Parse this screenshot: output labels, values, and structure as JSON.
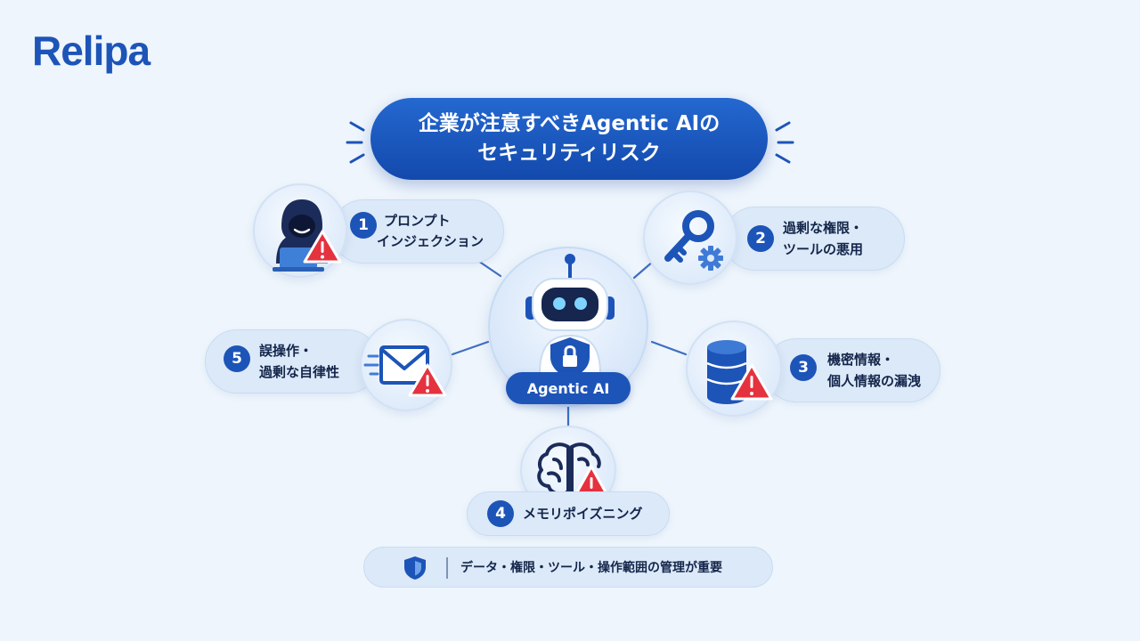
{
  "brand": {
    "logo_text": "Relipa"
  },
  "title": {
    "line1": "企業が注意すべきAgentic AIの",
    "line2": "セキュリティリスク"
  },
  "center": {
    "label": "Agentic AI"
  },
  "risks": [
    {
      "number": "1",
      "line1": "プロンプト",
      "line2": "インジェクション",
      "icon": "hacker-icon"
    },
    {
      "number": "2",
      "line1": "過剰な権限・",
      "line2": "ツールの悪用",
      "icon": "key-gear-icon"
    },
    {
      "number": "3",
      "line1": "機密情報・",
      "line2": "個人情報の漏洩",
      "icon": "database-icon"
    },
    {
      "number": "4",
      "line1": "メモリポイズニング",
      "line2": "",
      "icon": "brain-icon"
    },
    {
      "number": "5",
      "line1": "誤操作・",
      "line2": "過剰な自律性",
      "icon": "mail-icon"
    }
  ],
  "footer": {
    "text": "データ・権限・ツール・操作範囲の管理が重要",
    "icon": "shield-icon"
  },
  "colors": {
    "background": "#eef5fc",
    "primary": "#1d54b8",
    "pill": "#dce9f8",
    "warning": "#e5323f"
  }
}
